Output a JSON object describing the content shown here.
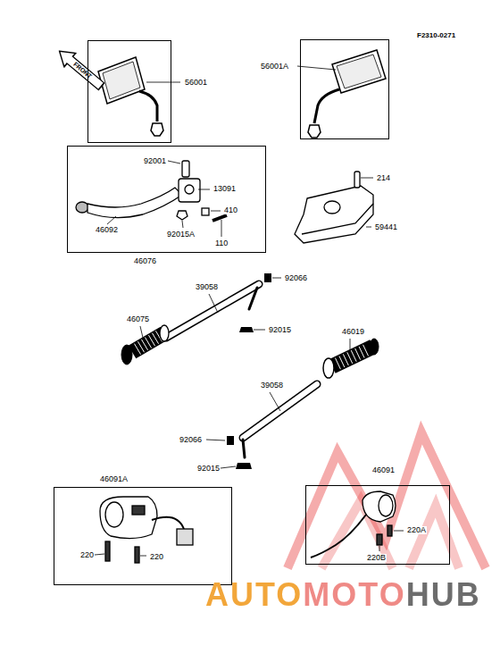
{
  "diagram": {
    "nodes": [
      {
        "text": [
          "FRONT"
        ]
      },
      {
        "text": [
          "56001"
        ]
      },
      {
        "text": [
          "56001A"
        ]
      },
      {
        "text": [
          "46076"
        ]
      },
      {
        "text": [
          "46091A"
        ]
      },
      {
        "text": [
          "46091"
        ]
      }
    ],
    "labels": [
      "F2310-0271",
      "92001",
      "13091",
      "410",
      "46092",
      "92015A",
      "110",
      "214",
      "59441",
      "39058",
      "92066",
      "46075",
      "92015",
      "46019",
      "39058",
      "92066",
      "92015",
      "220",
      "220",
      "220A",
      "220B",
      "AUTOMOTOHUB"
    ]
  }
}
